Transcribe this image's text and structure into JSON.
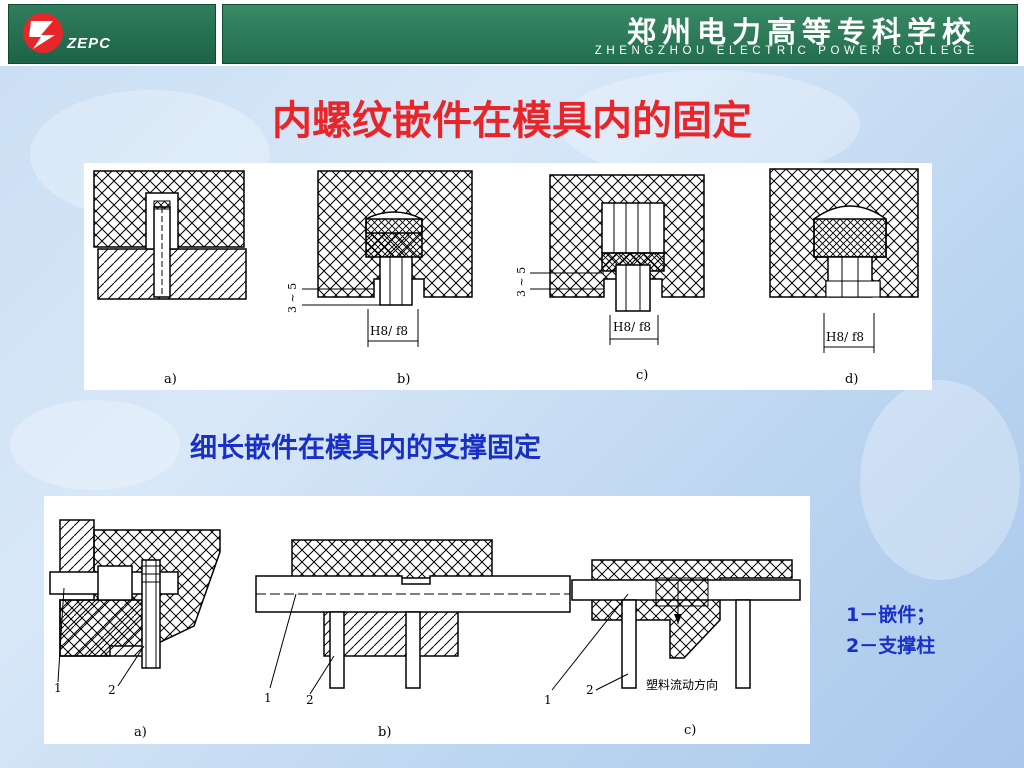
{
  "header": {
    "logo_text": "ZEPC",
    "college_name_cn": "郑州电力高等专科学校",
    "college_name_en": "ZHENGZHOU ELECTRIC POWER COLLEGE"
  },
  "title_main": "内螺纹嵌件在模具内的固定",
  "figure_top": {
    "panel_labels": [
      "a)",
      "b)",
      "c)",
      "d)"
    ],
    "dimension_labels": [
      "3 ~ 5",
      "H8/ f8",
      "3 ~ 5",
      "H8/ f8",
      "H8/ f8"
    ]
  },
  "title_sub": "细长嵌件在模具内的支撑固定",
  "figure_bottom": {
    "panel_labels": [
      "a)",
      "b)",
      "c)"
    ],
    "part_numbers": [
      "1",
      "2",
      "1",
      "2",
      "1",
      "2"
    ],
    "flow_label": "塑料流动方向"
  },
  "legend": {
    "item1": "1－嵌件；",
    "item2": "2－支撑柱"
  },
  "colors": {
    "title_main": "#e8262a",
    "title_sub": "#1830c8",
    "header_green": "#226e4e"
  }
}
